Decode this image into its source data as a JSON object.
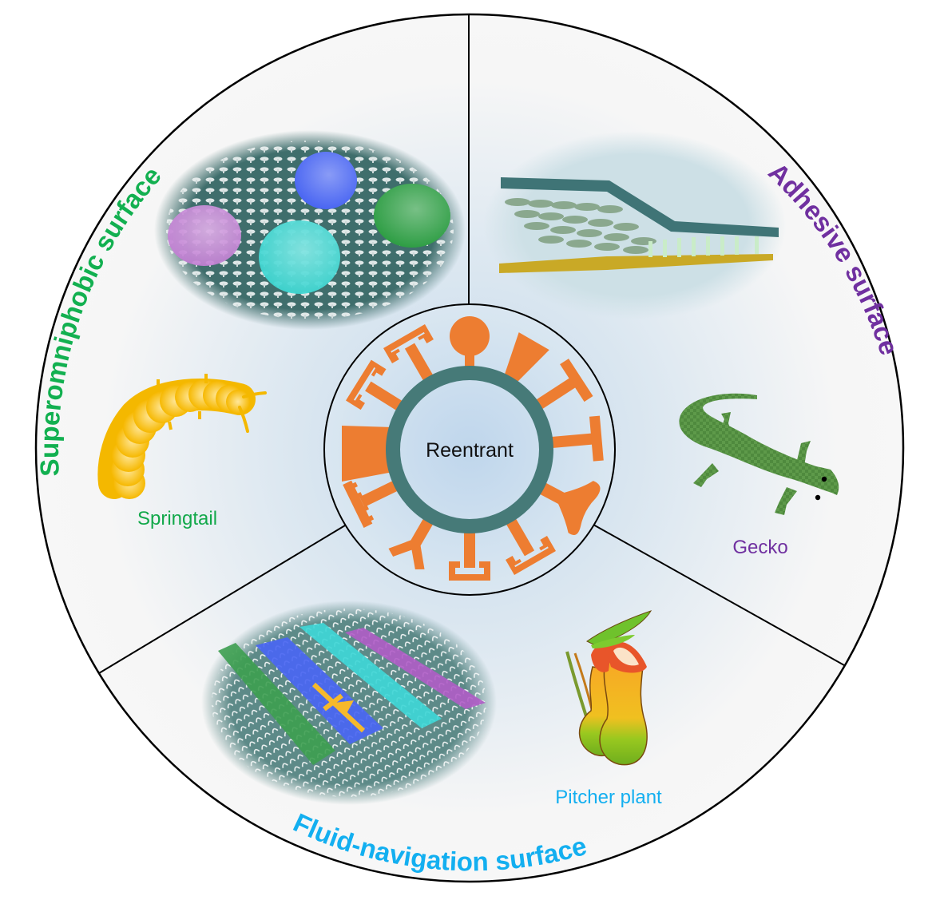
{
  "center": {
    "label": "Reentrant",
    "ring_color": "#467a78",
    "structure_color": "#ed7d31",
    "structures": [
      "circle",
      "inverted-trapezoid",
      "t-shape",
      "t-shape",
      "mushroom",
      "hooked-t",
      "double-hooked-t",
      "y-shape",
      "serrated-t",
      "trapezoid",
      "hooked-t",
      "hooked-t"
    ]
  },
  "sectors": [
    {
      "id": "superomniphobic",
      "title": "Superomniphobic surface",
      "title_color": "#12b050",
      "organism": "Springtail",
      "organism_color": "#12a84a",
      "organism_icon": "springtail-icon",
      "illustration": "droplets-on-pillar-array",
      "droplet_colors": [
        "#c27fd4",
        "#4a66f2",
        "#3fd6d2",
        "#2f9e45"
      ]
    },
    {
      "id": "adhesive",
      "title": "Adhesive surface",
      "title_color": "#7030a0",
      "organism": "Gecko",
      "organism_color": "#7030a0",
      "organism_icon": "gecko-icon",
      "illustration": "mushroom-pillar-adhesive-film"
    },
    {
      "id": "fluid-navigation",
      "title": "Fluid-navigation surface",
      "title_color": "#13aff0",
      "organism": "Pitcher plant",
      "organism_color": "#13aff0",
      "organism_icon": "pitcher-plant-icon",
      "illustration": "liquid-stripes-on-ratchet-array",
      "stripe_colors": [
        "#3d9e50",
        "#4a66f2",
        "#3fd6d6",
        "#b05cc6"
      ]
    }
  ]
}
